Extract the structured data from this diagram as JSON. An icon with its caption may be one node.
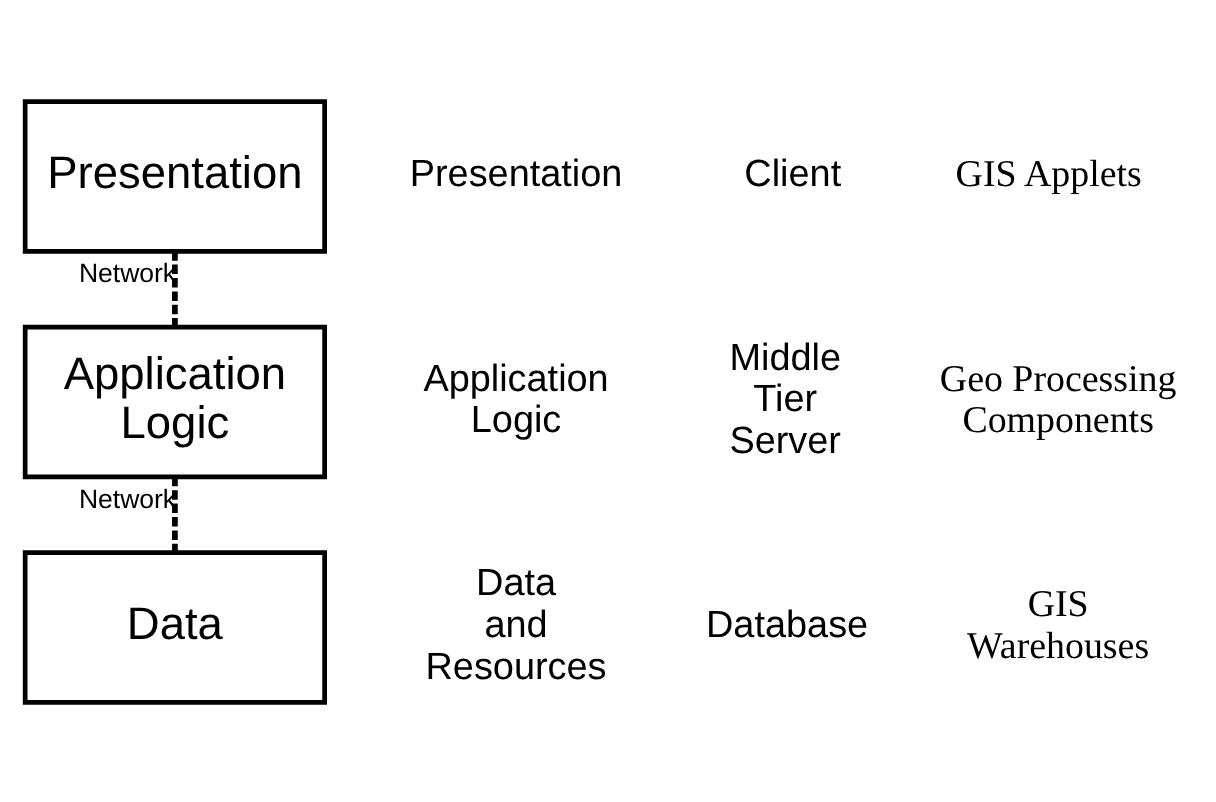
{
  "diagram": {
    "nodes": [
      {
        "text": [
          "Presentation"
        ]
      },
      {
        "text": [
          "Application Logic"
        ]
      },
      {
        "text": [
          "Data"
        ]
      }
    ],
    "edges": [
      {
        "from": 0,
        "to": 1,
        "arrow": "none",
        "label": "Network",
        "style": "dashed"
      },
      {
        "from": 1,
        "to": 2,
        "arrow": "none",
        "label": "Network",
        "style": "dashed"
      }
    ],
    "labels": [
      "Presentation",
      "Client",
      "GIS Applets",
      "Application Logic",
      "Middle Tier Server",
      "Geo Processing Components",
      "Data and Resources",
      "Database",
      "GIS Warehouses"
    ]
  }
}
